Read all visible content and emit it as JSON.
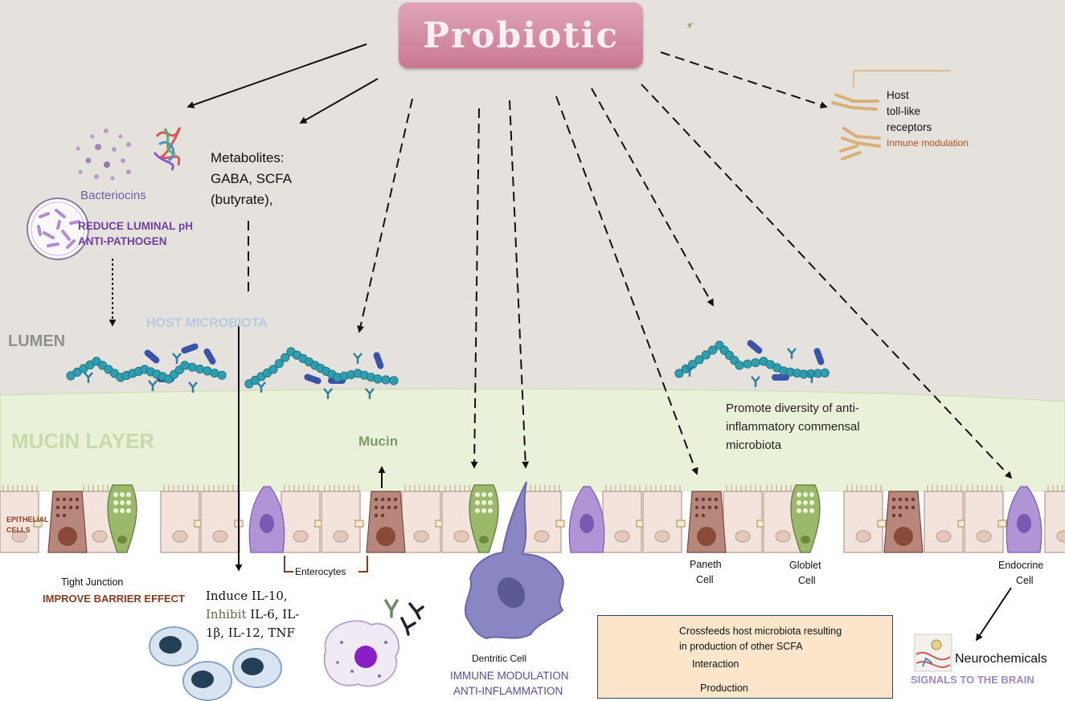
{
  "title": "Probiotic",
  "regions": {
    "lumen": "LUMEN",
    "mucin_layer": "MUCIN LAYER",
    "epithelial_cells": [
      "EPITHELIAL",
      "CELLS"
    ],
    "host_microbiota": "HOST MICROBIOTA"
  },
  "bacteriocins": {
    "label": "Bacteriocins",
    "effects": [
      "REDUCE LUMINAL pH",
      "ANTI-PATHOGEN"
    ]
  },
  "metabolites": {
    "lines": [
      "Metabolites:",
      "GABA, SCFA",
      "(butyrate),"
    ]
  },
  "toll_like": {
    "lines": [
      "Host",
      "toll-like",
      "receptors"
    ],
    "effect": "Inmune modulation"
  },
  "mucin_label": "Mucin",
  "diversity": {
    "lines": [
      "Promote diversity of anti-",
      "inflammatory commensal",
      "microbiota"
    ]
  },
  "cells": {
    "tight_junction": "Tight Junction",
    "barrier": "IMPROVE BARRIER EFFECT",
    "enterocytes": "Enterocytes",
    "paneth": [
      "Paneth",
      "Cell"
    ],
    "goblet": [
      "Globlet",
      "Cell"
    ],
    "endocrine": [
      "Endocrine",
      "Cell"
    ],
    "dendritic": "Dentritic Cell",
    "dendritic_effects": [
      "IMMUNE MODULATION",
      "ANTI-INFLAMMATION"
    ]
  },
  "cytokines": {
    "line1": "Induce IL-10,",
    "line2_word": "Inhibit",
    "line2_rest": " IL-6, IL-",
    "line3": "1β, IL-12, TNF"
  },
  "neuro": {
    "label": "Neurochemicals",
    "effect": "SIGNALS TO THE BRAIN"
  },
  "legend": {
    "items": [
      {
        "style": "dotted",
        "lines": [
          "Crossfeeds host microbiota resulting",
          "in production of other SCFA"
        ]
      },
      {
        "style": "dashed",
        "lines": [
          "Interaction"
        ]
      },
      {
        "style": "solid",
        "lines": [
          "Production"
        ]
      }
    ]
  },
  "colors": {
    "background": "#e5e2dd",
    "mucin_layer": "#e9f2d8",
    "title_box": "#d68aa1",
    "purple_text": "#6e3f9f",
    "brown_text": "#8a3d1e",
    "bacteria": "#2f9fb0"
  }
}
